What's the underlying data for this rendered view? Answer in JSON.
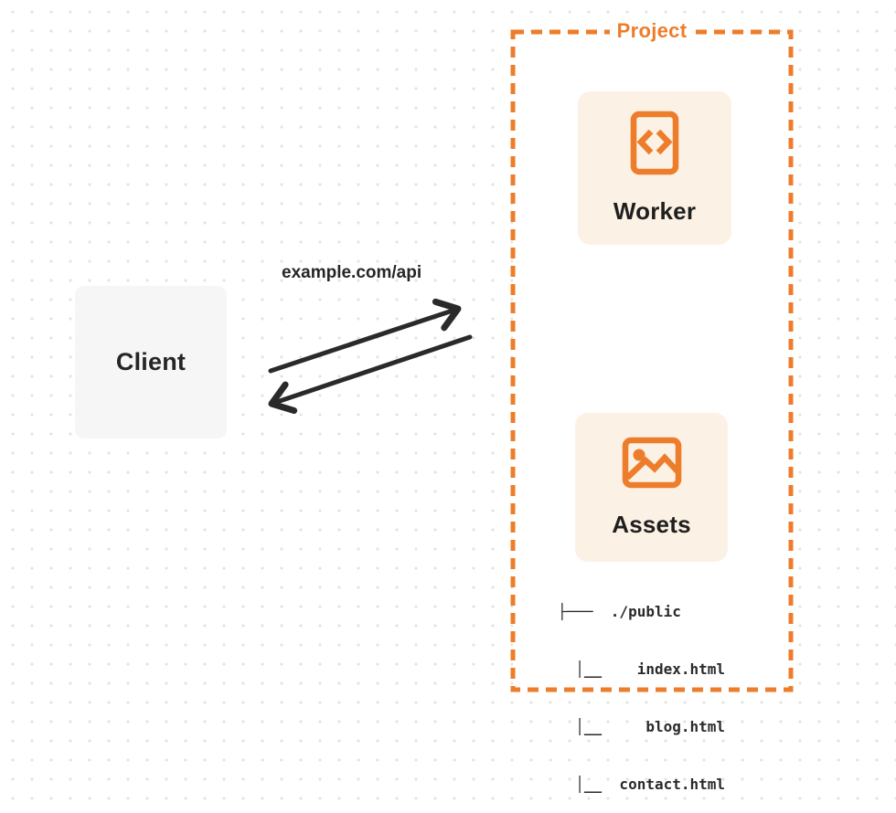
{
  "colors": {
    "accent": "#ED7D2A",
    "card_bg": "#FBF1E4",
    "client_bg": "#F6F6F6",
    "ink": "#262626",
    "dot_grid": "#E5E3E1"
  },
  "client": {
    "label": "Client"
  },
  "request": {
    "url_label": "example.com/api"
  },
  "project": {
    "label": "Project",
    "worker": {
      "label": "Worker",
      "icon": "code-file-icon"
    },
    "assets": {
      "label": "Assets",
      "icon": "image-icon"
    },
    "file_tree": [
      "├───  ./public",
      "  │__    index.html",
      "  │__     blog.html",
      "  │__  contact.html"
    ]
  }
}
